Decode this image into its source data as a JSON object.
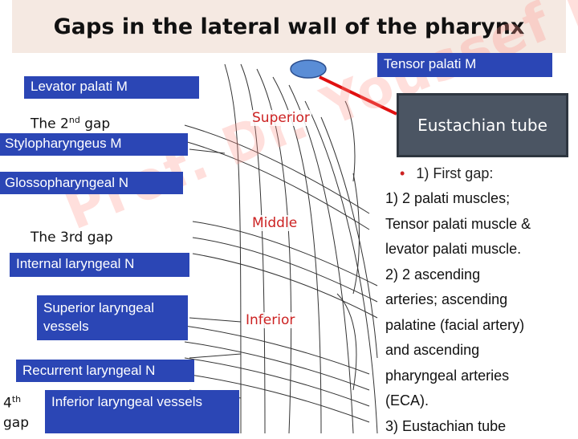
{
  "title": "Gaps in the lateral wall of the pharynx",
  "watermark": "Prof. Dr. Youssef Hussein",
  "labels": {
    "tensor": "Tensor palati M",
    "levator": "Levator palati M",
    "second_gap_text": "The 2",
    "second_gap_sup": "nd",
    "second_gap_suffix": " gap",
    "stylopharyngeus": "Stylopharyngeus M",
    "glossopharyngeal": "Glossopharyngeal N",
    "third_gap": "The 3rd gap",
    "internal_laryngeal": "Internal laryngeal N",
    "superior_laryngeal_vessels": "Superior laryngeal vessels",
    "recurrent_laryngeal": "Recurrent laryngeal N",
    "fourth_num": "4",
    "fourth_sup": "th",
    "fourth_gap_word": "gap",
    "inferior_laryngeal_vessels": "Inferior laryngeal vessels"
  },
  "constrictors": {
    "superior": "Superior",
    "middle": "Middle",
    "inferior": "Inferior"
  },
  "eustachian": "Eustachian tube",
  "notes": {
    "bullet": "1) First gap:",
    "lines": [
      "1) 2 palati muscles;",
      "Tensor palati muscle &",
      "levator palati muscle.",
      "2) 2 ascending",
      "arteries; ascending",
      "palatine (facial artery)",
      "and ascending",
      "pharyngeal arteries",
      "(ECA).",
      "3) Eustachian tube"
    ]
  },
  "colors": {
    "label_box": "#2b46b5",
    "constrictor_label": "#cc2222",
    "pointer": "#e01010",
    "eustachian_box": "#4b5563",
    "title_band": "#f5e9e2"
  }
}
